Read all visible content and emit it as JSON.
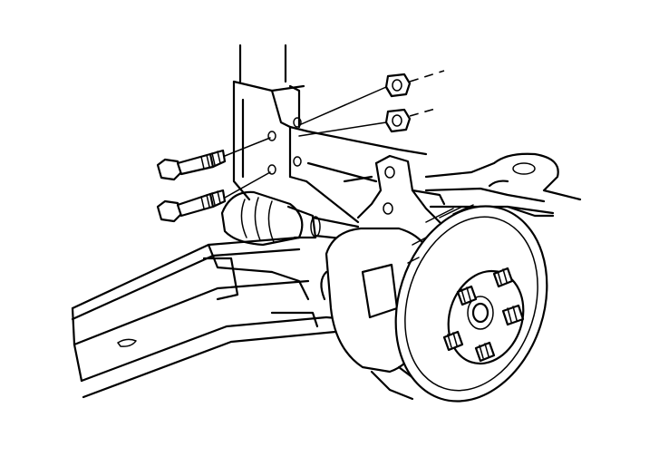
{
  "figure": {
    "background": "#ffffff",
    "line_color": "#000000"
  },
  "parts": [
    {
      "name": "strut-assembly"
    },
    {
      "name": "strut-mounting-nuts",
      "count": 2
    },
    {
      "name": "strut-mounting-bolts",
      "count": 2
    },
    {
      "name": "steering-knuckle"
    },
    {
      "name": "drive-axle"
    },
    {
      "name": "brake-rotor"
    },
    {
      "name": "wheel-studs",
      "count": 5
    },
    {
      "name": "crossmember-subframe"
    }
  ]
}
